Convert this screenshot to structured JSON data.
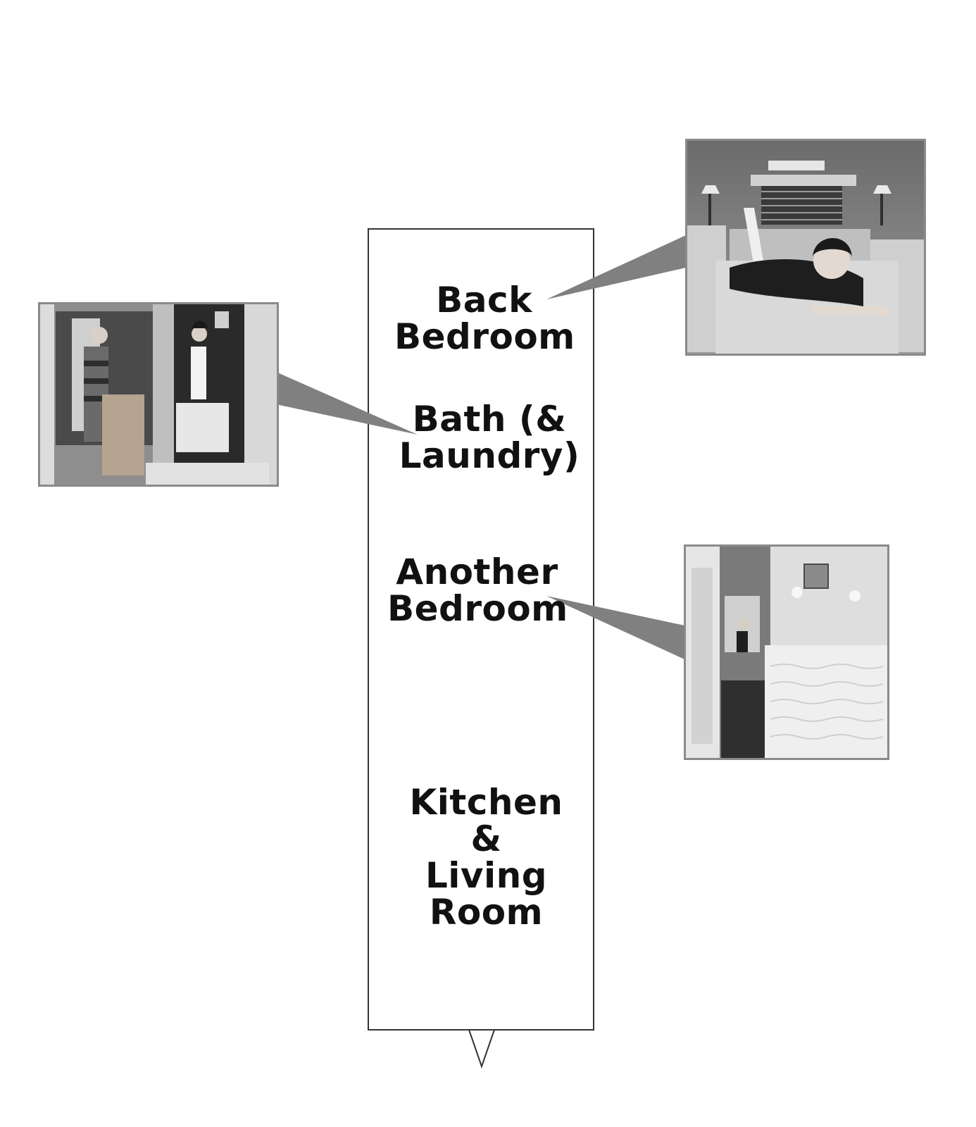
{
  "floorplan": {
    "rooms": [
      {
        "id": "back-bedroom",
        "label": "Back\nBedroom"
      },
      {
        "id": "bath-laundry",
        "label": "Bath (&\nLaundry)"
      },
      {
        "id": "another-bedroom",
        "label": "Another\nBedroom"
      },
      {
        "id": "kitchen-living",
        "label": "Kitchen\n&\nLiving\nRoom"
      }
    ]
  },
  "photos": [
    {
      "id": "back-bedroom-photo",
      "room": "back-bedroom",
      "subject": "woman lying on bed in trailer back bedroom"
    },
    {
      "id": "bath-photo",
      "room": "bath-laundry",
      "subject": "man shaving at sink and woman stepping from shower"
    },
    {
      "id": "another-bedroom-photo",
      "room": "another-bedroom",
      "subject": "narrow hallway bedroom with bed and lamps"
    }
  ],
  "colors": {
    "callout": "#808080",
    "outline": "#333333",
    "photo_border": "#8a8a8a"
  }
}
